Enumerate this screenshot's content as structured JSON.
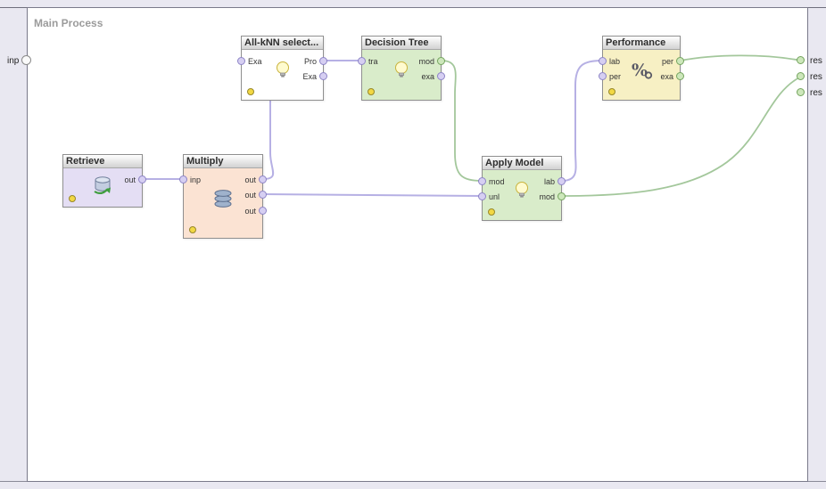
{
  "process": {
    "title": "Main Process"
  },
  "edge_ports": {
    "input": {
      "label": "inp"
    },
    "results": [
      {
        "label": "res"
      },
      {
        "label": "res"
      },
      {
        "label": "res"
      }
    ]
  },
  "operators": [
    {
      "title": "Retrieve",
      "icon": "database-retrieve-icon",
      "color": "#e4def4",
      "inputs": [],
      "outputs": [
        {
          "label": "out"
        }
      ]
    },
    {
      "title": "Multiply",
      "icon": "database-stack-icon",
      "color": "#fbe3d3",
      "inputs": [
        {
          "label": "inp"
        }
      ],
      "outputs": [
        {
          "label": "out"
        },
        {
          "label": "out"
        },
        {
          "label": "out"
        }
      ]
    },
    {
      "title": "All-kNN select...",
      "icon": "lightbulb-icon",
      "color": "#ffffff",
      "inputs": [
        {
          "label": "Exa"
        }
      ],
      "outputs": [
        {
          "label": "Pro"
        },
        {
          "label": "Exa"
        }
      ]
    },
    {
      "title": "Decision Tree",
      "icon": "lightbulb-icon",
      "color": "#d9ecca",
      "inputs": [
        {
          "label": "tra"
        }
      ],
      "outputs": [
        {
          "label": "mod"
        },
        {
          "label": "exa"
        }
      ]
    },
    {
      "title": "Apply Model",
      "icon": "lightbulb-icon",
      "color": "#d9ecca",
      "inputs": [
        {
          "label": "mod"
        },
        {
          "label": "unl"
        }
      ],
      "outputs": [
        {
          "label": "lab"
        },
        {
          "label": "mod"
        }
      ]
    },
    {
      "title": "Performance",
      "icon": "percent-icon",
      "icon_glyph": "%",
      "color": "#f7f0c4",
      "inputs": [
        {
          "label": "lab"
        },
        {
          "label": "per"
        }
      ],
      "outputs": [
        {
          "label": "per"
        },
        {
          "label": "exa"
        }
      ]
    }
  ],
  "connections": [
    {
      "from": "Retrieve:out",
      "to": "Multiply:inp",
      "color": "#b6b0e4"
    },
    {
      "from": "Multiply:out",
      "to": "All-kNN select...:Exa",
      "color": "#b6b0e4"
    },
    {
      "from": "All-kNN select...:Pro",
      "to": "Decision Tree:tra",
      "color": "#b6b0e4"
    },
    {
      "from": "Decision Tree:mod",
      "to": "Apply Model:mod",
      "color": "#a3c79b"
    },
    {
      "from": "Multiply:out",
      "to": "Apply Model:unl",
      "color": "#b6b0e4"
    },
    {
      "from": "Apply Model:lab",
      "to": "Performance:lab",
      "color": "#b6b0e4"
    },
    {
      "from": "Apply Model:mod",
      "to": "result:res2",
      "color": "#a3c79b"
    },
    {
      "from": "Performance:per",
      "to": "result:res1",
      "color": "#a3c79b"
    }
  ],
  "colors": {
    "wire_data": "#b6b0e4",
    "wire_model": "#a3c79b",
    "status": "#f2d844",
    "canvas_bg": "#ffffff",
    "frame_bg": "#e9e8f1"
  }
}
